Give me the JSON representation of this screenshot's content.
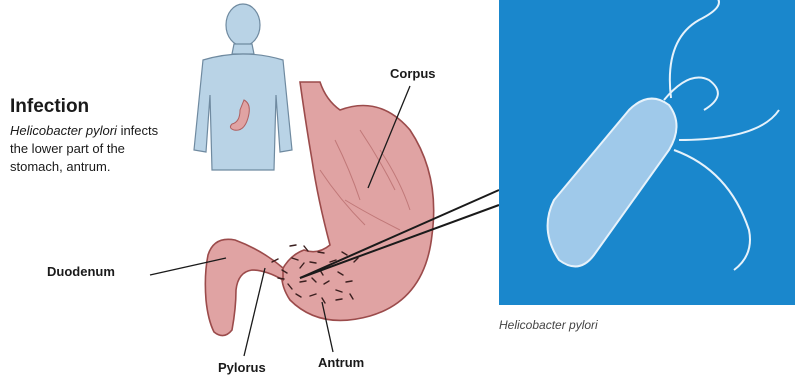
{
  "heading": "Infection",
  "description": {
    "species": "Helicobacter pylori",
    "rest": "infects the lower part of the stomach, antrum."
  },
  "labels": {
    "corpus": "Corpus",
    "duodenum": "Duodenum",
    "pylorus": "Pylorus",
    "antrum": "Antrum"
  },
  "micrograph_caption": "Helicobacter pylori",
  "colors": {
    "micrograph_bg": "#1a87cc",
    "stomach": "#e0a3a3",
    "body_figure": "#b9d3e6"
  }
}
